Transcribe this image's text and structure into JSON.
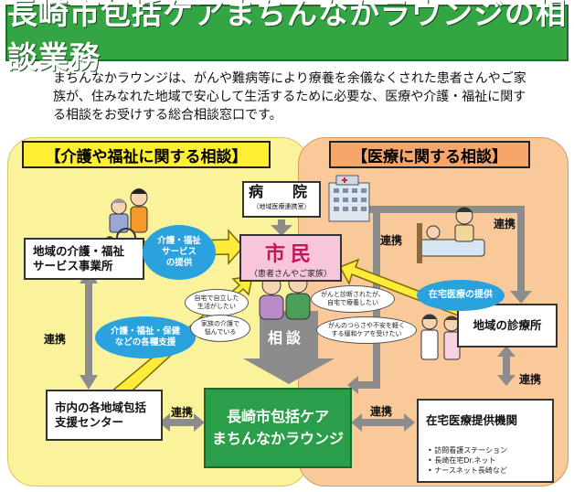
{
  "title": "長崎市包括ケアまちんなかラウンジの相談業務",
  "intro": {
    "line1": "まちんなかラウンジは、がんや難病等により療養を余儀なくされた患者さんやご家",
    "line2": "族が、住みなれた地域で安心して生活するために必要な、医療や介護・福祉に関す",
    "line3": "る相談をお受けする総合相談窓口です。"
  },
  "sections": {
    "left": "【介護や福祉に関する相談】",
    "right": "【医療に関する相談】"
  },
  "nodes": {
    "hospital": {
      "label": "病　院",
      "sub": "（地域医療連携室）"
    },
    "citizen": {
      "label": "市民",
      "sub": "（患者さんやご家族）"
    },
    "care_office": {
      "line1": "地域の介護・福祉",
      "line2": "サービス事業所"
    },
    "support_center": {
      "line1": "市内の各地域包括",
      "line2": "支援センター"
    },
    "lounge": {
      "line1": "長崎市包括ケア",
      "line2": "まちんなかラウンジ"
    },
    "clinic": "地域の診療所",
    "home_care": "在宅医療提供機関"
  },
  "bubbles": {
    "service": {
      "line1": "介護・福祉",
      "line2": "サービス",
      "line3": "の提供"
    },
    "support": {
      "line1": "介護・福祉・保健",
      "line2": "などの各種支援"
    },
    "home_medical": "在宅医療の提供"
  },
  "clouds": {
    "c1": {
      "line1": "自宅で自立した",
      "line2": "生活がしたい"
    },
    "c2": {
      "line1": "がんと診断されたが、",
      "line2": "自宅で療養したい"
    },
    "c3": {
      "line1": "家族の介護で",
      "line2": "悩んでいる"
    },
    "c4": {
      "line1": "がんのつらさや不安を軽く",
      "line2": "する緩和ケアを受けたい"
    }
  },
  "consult": "相談",
  "links": {
    "l1": "連携",
    "l2": "連携",
    "l3": "連携",
    "l4": "連携",
    "l5": "連携",
    "l6": "連携"
  },
  "home_care_notes": [
    "訪問看護ステーション",
    "長崎在宅Dr.ネット",
    "ナースネット長崎など"
  ],
  "colors": {
    "banner": "#33a542",
    "left_panel": "#fbf29c",
    "right_panel": "#f9c99a",
    "citizen": "#f7c6dc",
    "lounge": "#2a9e48",
    "bubble": "#2aa2dd",
    "arrow_yellow": "#ffec3a",
    "arrow_gray": "#8c8c8c"
  }
}
